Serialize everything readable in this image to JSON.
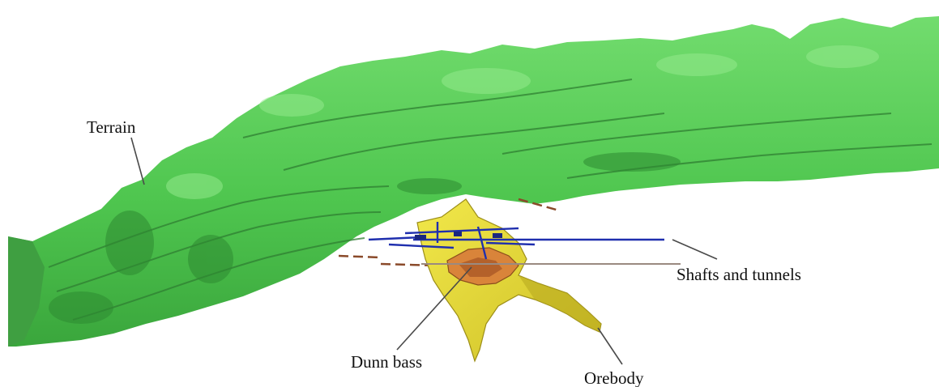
{
  "figure": {
    "labels": {
      "terrain": "Terrain",
      "shafts": "Shafts and tunnels",
      "dunn_bass": "Dunn bass",
      "orebody": "Orebody"
    },
    "colors": {
      "terrain": "#4fce4f",
      "terrain_shadow": "#2f8f32",
      "terrain_highlight": "#8fe88a",
      "orebody": "#e6dc3a",
      "orebody_shadow": "#a89a1c",
      "dunn_bass": "#d9843a",
      "tunnel_blue": "#1f2fae",
      "tunnel_brown": "#8a4a2a"
    }
  }
}
